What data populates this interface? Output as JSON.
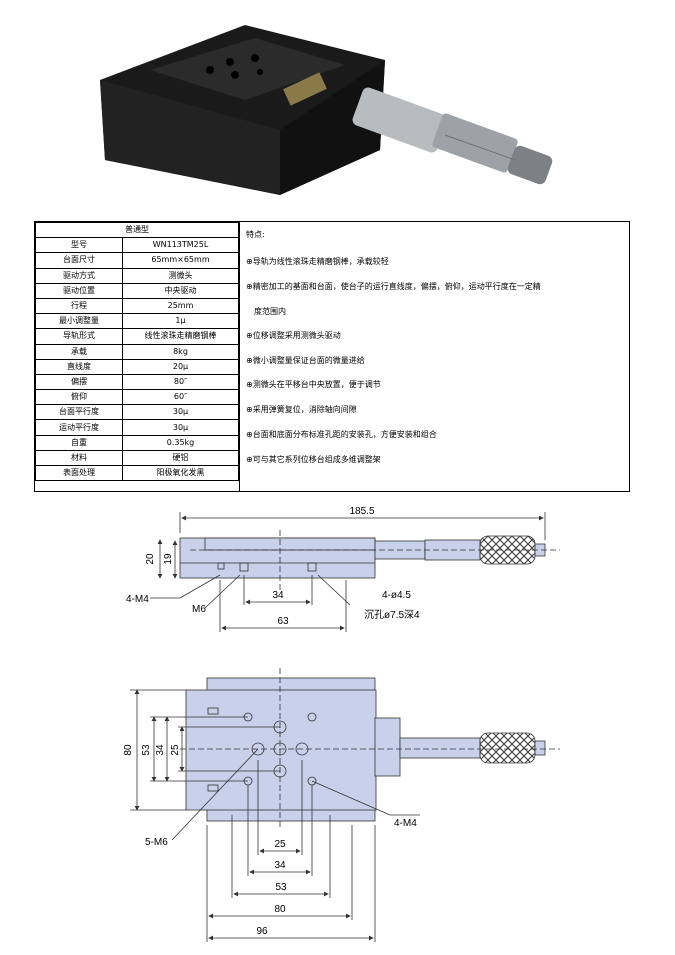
{
  "spec_table": {
    "header": "普通型",
    "rows": [
      [
        "型号",
        "WN113TM25L"
      ],
      [
        "台面尺寸",
        "65mm×65mm"
      ],
      [
        "驱动方式",
        "测微头"
      ],
      [
        "驱动位置",
        "中央驱动"
      ],
      [
        "行程",
        "25mm"
      ],
      [
        "最小调整量",
        "1μ"
      ],
      [
        "导轨形式",
        "线性滚珠走精磨钢棒"
      ],
      [
        "承载",
        "8kg"
      ],
      [
        "直线度",
        "20μ"
      ],
      [
        "偏摆",
        "80″"
      ],
      [
        "俯仰",
        "60″"
      ],
      [
        "台面平行度",
        "30μ"
      ],
      [
        "运动平行度",
        "30μ"
      ],
      [
        "自重",
        "0.35kg"
      ],
      [
        "材料",
        "硬铝"
      ],
      [
        "表面处理",
        "阳极氧化发黑"
      ]
    ]
  },
  "features": {
    "title": "特点:",
    "items": [
      "⊕导轨为线性滚珠走精磨钢棒，承载较轻",
      "⊕精密加工的基面和台面，使台子的运行直线度，偏摆，俯仰，运动平行度在一定精",
      "度范围内",
      "⊕位移调整采用测微头驱动",
      "⊕微小调整量保证台面的微量进给",
      "⊕测微头在平移台中央放置，便于调节",
      "⊕采用弹簧复位，消除轴向间隙",
      "⊕台面和底面分布标准孔距的安装孔，方便安装和组合",
      "⊕可与其它系列位移台组成多维调整架"
    ]
  },
  "side_view": {
    "overall": "185.5",
    "height_outer": "20",
    "height_inner": "19",
    "m4_label": "4-M4",
    "m6_label": "M6",
    "dim_34": "34",
    "hole_label": "4-ø4.5",
    "dim_63": "63",
    "counterbore": "沉孔ø7.5深4"
  },
  "top_view": {
    "h80": "80",
    "h53": "53",
    "h34": "34",
    "h25": "25",
    "m6_label": "5-M6",
    "m4_label": "4-M4",
    "w25": "25",
    "w34": "34",
    "w53": "53",
    "w80": "80",
    "w96": "96"
  },
  "colors": {
    "stage_fill": "#c8d0ea",
    "drawing_line": "#333333"
  }
}
